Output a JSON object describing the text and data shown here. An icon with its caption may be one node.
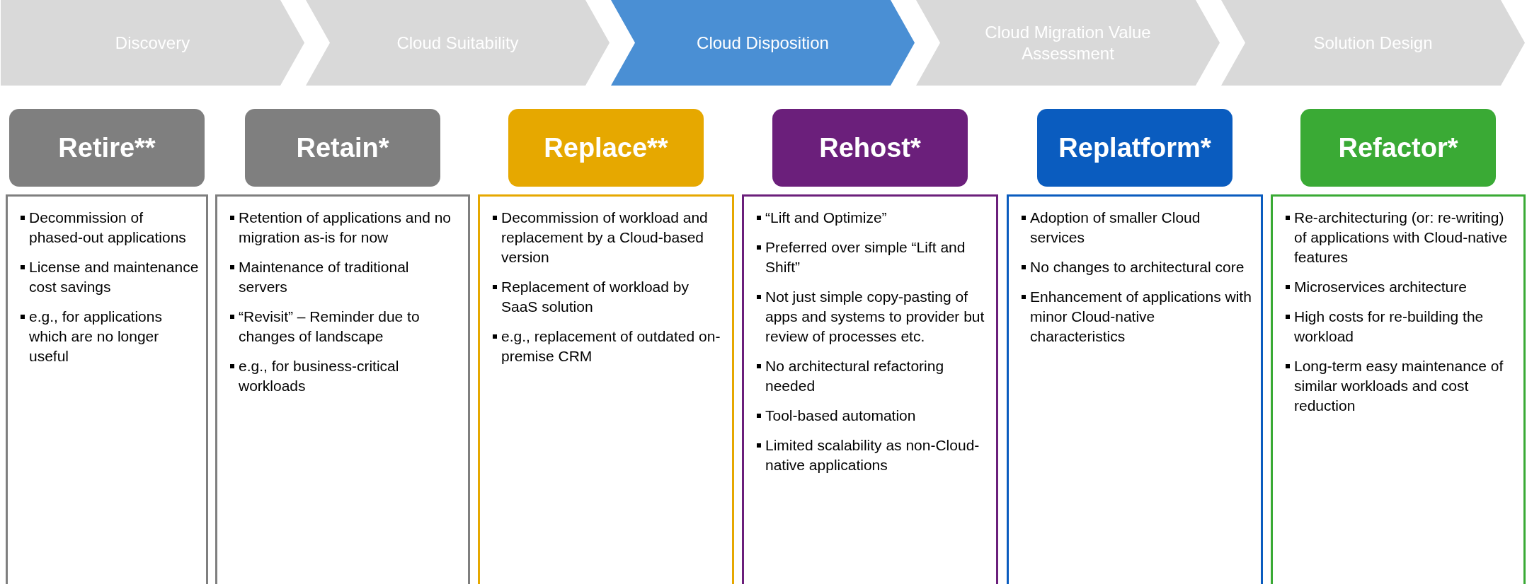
{
  "diagram": {
    "nodes": [
      {
        "text": [
          "Discovery"
        ]
      },
      {
        "text": [
          "Cloud Suitability"
        ]
      },
      {
        "text": [
          "Cloud Disposition"
        ]
      },
      {
        "text": [
          "Cloud Migration Value Assessment"
        ]
      },
      {
        "text": [
          "Solution Design"
        ]
      },
      {
        "text": [
          "Retire**"
        ]
      },
      {
        "text": [
          "Decommission of phased-out applications",
          "License and maintenance cost savings",
          "e.g., for applications which are no longer useful"
        ]
      },
      {
        "text": [
          "Retain*"
        ]
      },
      {
        "text": [
          "Retention of applications and no migration as-is for now",
          "Maintenance of traditional servers",
          "“Revisit” – Reminder due to changes of landscape",
          "e.g., for business-critical workloads"
        ]
      },
      {
        "text": [
          "Replace**"
        ]
      },
      {
        "text": [
          "Decommission of workload and replacement by a Cloud-based version",
          "Replacement of workload by SaaS solution",
          "e.g., replacement of outdated on-premise CRM"
        ]
      },
      {
        "text": [
          "Rehost*"
        ]
      },
      {
        "text": [
          "“Lift and Optimize”",
          "Preferred over simple “Lift and Shift”",
          "Not just simple copy-pasting of apps and systems to provider but review of processes etc.",
          "No architectural refactoring needed",
          "Tool-based automation",
          "Limited scalability as non-Cloud-native applications"
        ]
      },
      {
        "text": [
          "Replatform*"
        ]
      },
      {
        "text": [
          "Adoption of smaller Cloud services",
          "No changes to architectural core",
          "Enhancement of applications with minor Cloud-native characteristics"
        ]
      },
      {
        "text": [
          "Refactor*"
        ]
      },
      {
        "text": [
          "Re-architecturing (or: re-writing) of applications with Cloud-native features",
          "Microservices architecture",
          "High costs for re-building the workload",
          "Long-term easy maintenance of similar workloads and cost reduction"
        ]
      }
    ]
  }
}
